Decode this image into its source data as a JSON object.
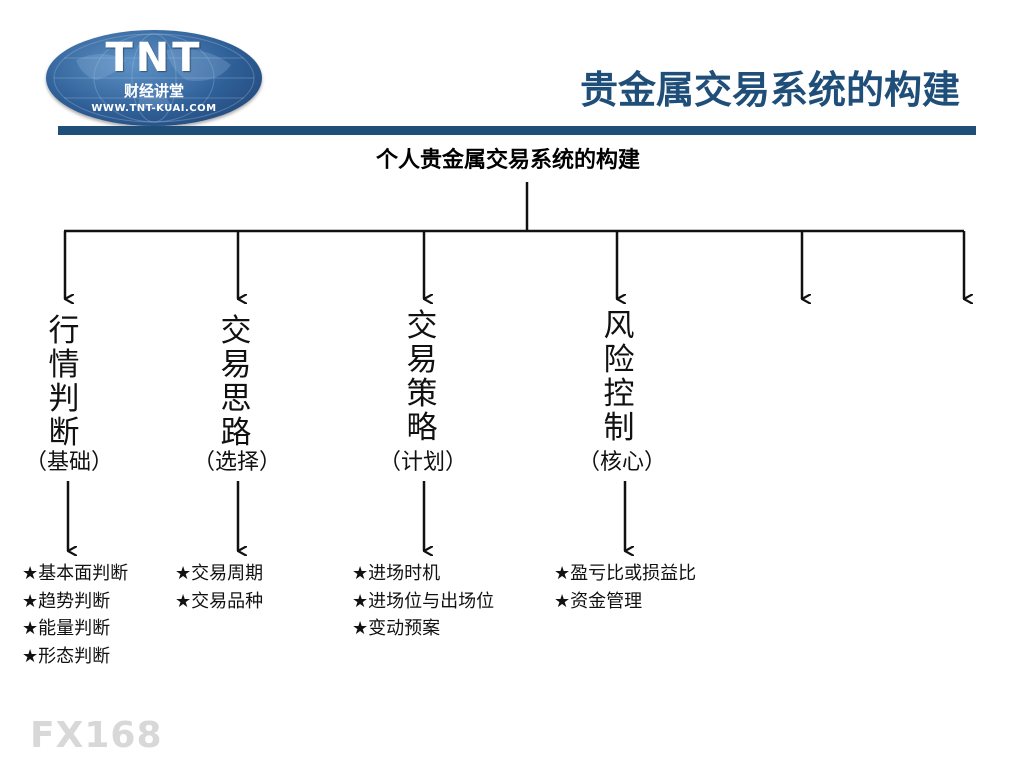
{
  "header": {
    "logo": {
      "brand": "TNT",
      "subtitle": "财经讲堂",
      "url": "WWW.TNT-KUAI.COM"
    },
    "title": "贵金属交易系统的构建"
  },
  "diagram": {
    "root": "个人贵金属交易系统的构建",
    "branches": [
      {
        "label": "行情判断",
        "note": "（基础）",
        "items": [
          "★基本面判断",
          "★趋势判断",
          "★能量判断",
          "★形态判断"
        ]
      },
      {
        "label": "交易思路",
        "note": "（选择）",
        "items": [
          "★交易周期",
          "★交易品种"
        ]
      },
      {
        "label": "交易策略",
        "note": "（计划）",
        "items": [
          "★进场时机",
          "★进场位与出场位",
          "★变动预案"
        ]
      },
      {
        "label": "风险控制",
        "note": "（核心）",
        "items": [
          "★盈亏比或损益比",
          "★资金管理"
        ]
      }
    ]
  },
  "watermark": "FX168",
  "colors": {
    "title": "#1f4e79",
    "rule": "#1f4e79",
    "logo": "#2f5f97",
    "watermark": "#d8d8d8"
  }
}
